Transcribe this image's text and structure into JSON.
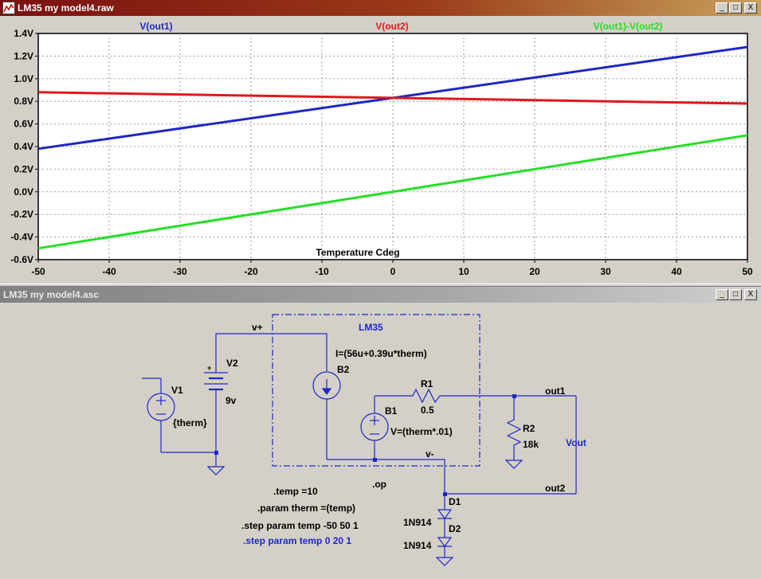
{
  "waveform_window": {
    "title": "LM35 my model4.raw",
    "buttons": {
      "minimize": "_",
      "maximize": "□",
      "close": "X"
    }
  },
  "schematic_window": {
    "title": "LM35 my model4.asc",
    "buttons": {
      "minimize": "_",
      "maximize": "□",
      "close": "X"
    }
  },
  "colors": {
    "blue_trace": "#1c28c8",
    "red_trace": "#e01818",
    "green_trace": "#22e022",
    "wire": "#1c28c8"
  },
  "chart_data": {
    "type": "line",
    "xlabel": "Temperature Cdeg",
    "xlim": [
      -50,
      50
    ],
    "ylim": [
      -0.6,
      1.4
    ],
    "x_ticks": [
      "-50",
      "-40",
      "-30",
      "-20",
      "-10",
      "0",
      "10",
      "20",
      "30",
      "40",
      "50"
    ],
    "y_ticks": [
      "1.4V",
      "1.2V",
      "1.0V",
      "0.8V",
      "0.6V",
      "0.4V",
      "0.2V",
      "0.0V",
      "-0.2V",
      "-0.4V",
      "-0.6V"
    ],
    "grid": true,
    "legend_placement": "top",
    "series": [
      {
        "name": "V(out1)",
        "color": "#1c28c8",
        "x": [
          -50,
          50
        ],
        "y": [
          0.38,
          1.28
        ]
      },
      {
        "name": "V(out2)",
        "color": "#e01818",
        "x": [
          -50,
          50
        ],
        "y": [
          0.88,
          0.78
        ]
      },
      {
        "name": "V(out1)-V(out2)",
        "color": "#22e022",
        "x": [
          -50,
          50
        ],
        "y": [
          -0.5,
          0.5
        ]
      }
    ]
  },
  "schematic": {
    "labels": {
      "vplus": "v+",
      "lm35": "LM35",
      "b2_expr": "I=(56u+0.39u*therm)",
      "b2": "B2",
      "v2": "V2",
      "v2_val": "9v",
      "v1": "V1",
      "v1_val": "{therm}",
      "r1": "R1",
      "r1_val": "0.5",
      "b1": "B1",
      "b1_expr": "V=(therm*.01)",
      "r2": "R2",
      "r2_val": "18k",
      "out1": "out1",
      "vout": "Vout",
      "vminus": "v-",
      "out2": "out2",
      "d1": "D1",
      "d1_val": "1N914",
      "d2": "D2",
      "d2_val": "1N914",
      "plus_sign": "+"
    },
    "directives": {
      "temp": ".temp =10",
      "param": ".param therm =(temp)",
      "step1": ".step param temp -50 50 1",
      "step2": ".step param temp 0 20 1",
      "op": ".op"
    }
  }
}
